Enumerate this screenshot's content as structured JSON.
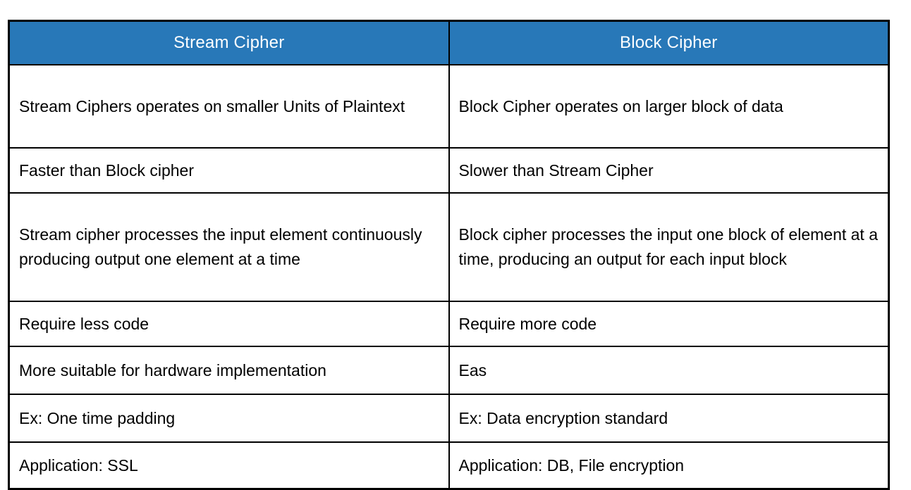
{
  "colors": {
    "header_background": "#2878B8",
    "header_text": "#ffffff",
    "body_text": "#000000",
    "border": "#000000",
    "page_background": "#ffffff"
  },
  "table": {
    "header": {
      "stream": "Stream Cipher",
      "block": "Block Cipher"
    },
    "rows": [
      {
        "stream": "Stream Ciphers operates on smaller Units of Plaintext",
        "block": "Block Cipher operates on larger block of data"
      },
      {
        "stream": "Faster than Block cipher",
        "block": "Slower than Stream Cipher"
      },
      {
        "stream": "Stream cipher processes the input element continuously producing output one element at a time",
        "block": "Block cipher processes the input one block of element at a time, producing an output for each input block"
      },
      {
        "stream": "Require less code",
        "block": "Require more code"
      },
      {
        "stream": "More suitable for hardware implementation",
        "block": "Eas"
      },
      {
        "stream": "Ex: One time padding",
        "block": "Ex: Data encryption standard"
      },
      {
        "stream": "Application: SSL",
        "block": "Application: DB, File encryption"
      }
    ]
  }
}
